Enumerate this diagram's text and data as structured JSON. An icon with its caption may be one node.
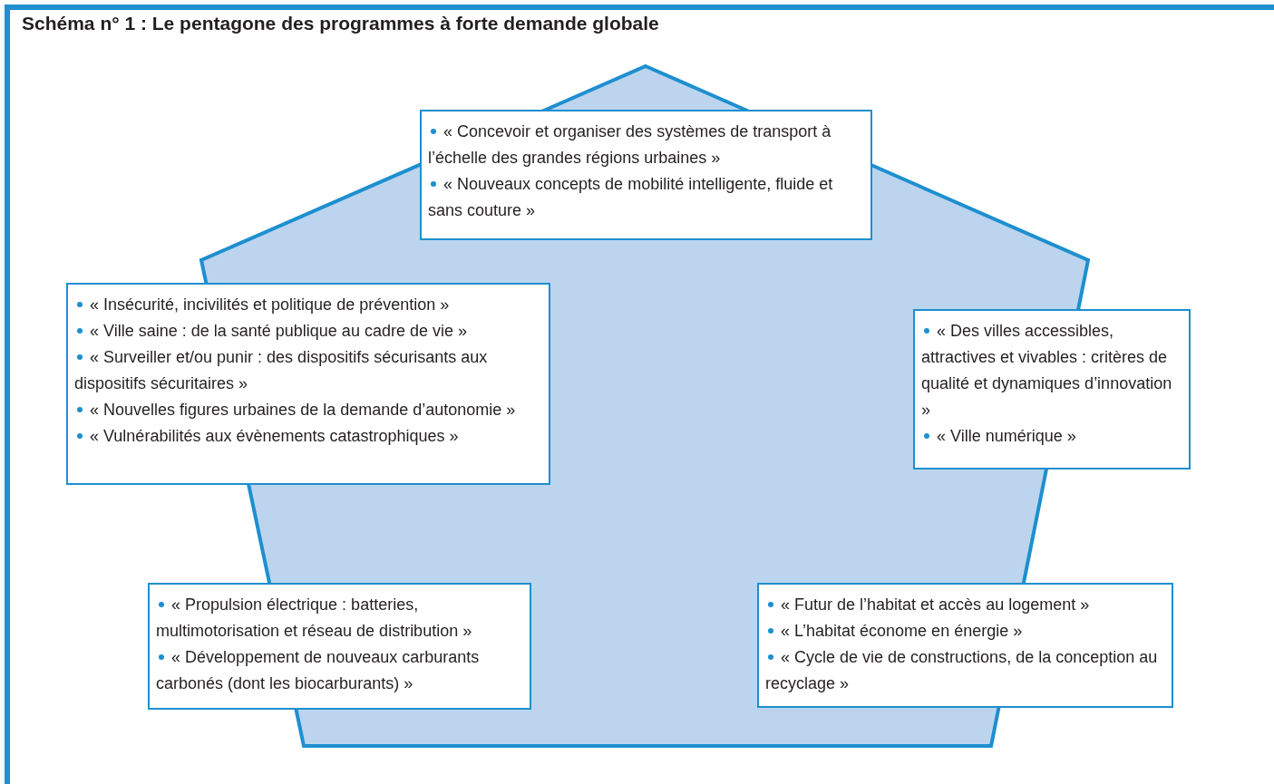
{
  "diagram": {
    "title": "Schéma n° 1 : Le pentagone des programmes à forte demande globale",
    "nodes": [
      {
        "text": [
          "« Concevoir et organiser des systèmes de transport à l’échelle des grandes régions urbaines »",
          "« Nouveaux concepts de mobilité intelligente, fluide et sans couture »"
        ]
      },
      {
        "text": [
          "« Insécurité, incivilités et politique de prévention »",
          "« Ville saine : de la santé publique au cadre de vie »",
          "« Surveiller et/ou punir : des dispositifs sécurisants aux dispositifs sécuritaires »",
          "« Nouvelles figures urbaines de la demande d’autonomie »",
          "« Vulnérabilités aux évènements catastrophiques »"
        ]
      },
      {
        "text": [
          "« Des villes accessibles, attractives et vivables : critères de qualité et dynamiques d’innovation »",
          "« Ville numérique »"
        ]
      },
      {
        "text": [
          "« Propulsion électrique : batteries, multimotorisation et réseau de distribution »",
          "« Développement de nouveaux carburants carbonés (dont les biocarburants) »"
        ]
      },
      {
        "text": [
          "« Futur de l’habitat et accès au logement »",
          "« L’habitat économe en énergie »",
          "« Cycle de vie de constructions, de la conception au recyclage »"
        ]
      }
    ]
  }
}
